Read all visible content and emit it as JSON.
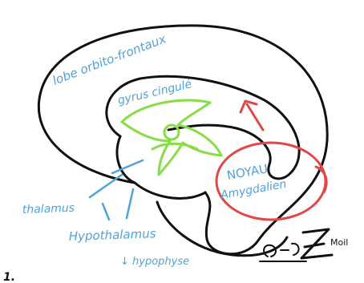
{
  "labels": {
    "lobe": "lobe orbito-frontaux",
    "gyrus": "gyrus cingulé",
    "noyau_line1": "NOYAU",
    "noyau_line2": "Amygdalien",
    "thalamus": "thalamus",
    "hypothalamus": "Hypothalamus",
    "hypophyse": "↓ hypophyse",
    "author": "Moil",
    "page_number": "1."
  },
  "colors": {
    "outline": "#111111",
    "blue_text": "#4fa3d9",
    "green_shape": "#88dd44",
    "red_marks": "#e04848"
  }
}
